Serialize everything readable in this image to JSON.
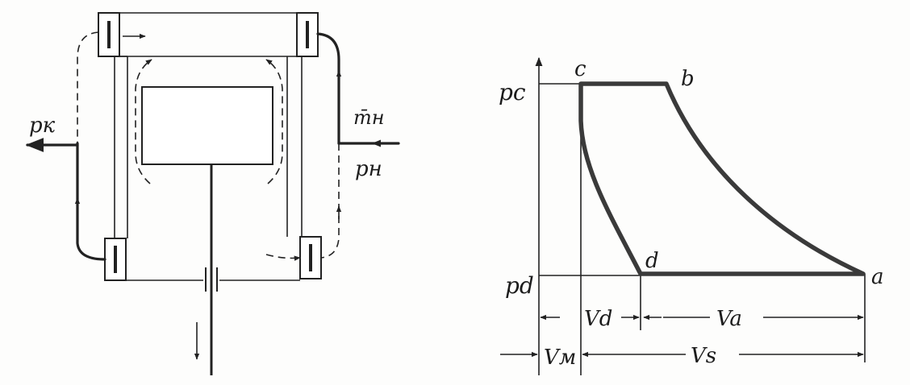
{
  "left_diagram": {
    "labels": {
      "p_k": "pк",
      "m_h": "m̄н",
      "p_h": "pн"
    }
  },
  "pv_diagram": {
    "points": {
      "c": "c",
      "b": "b",
      "d": "d",
      "a": "a"
    },
    "axis": {
      "p_c": "pc",
      "p_d": "pd"
    },
    "volumes": {
      "v_d": "Vd",
      "v_a": "Va",
      "v_m": "Vм",
      "v_s": "Vs"
    }
  }
}
